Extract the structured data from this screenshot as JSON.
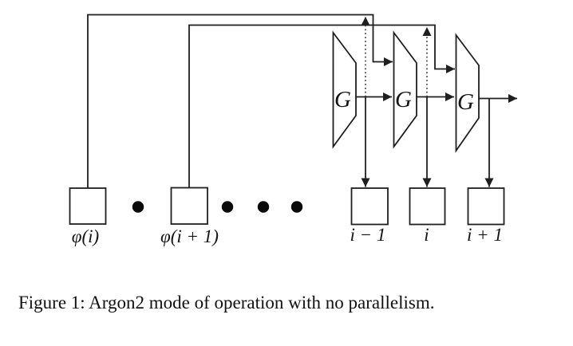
{
  "figure": {
    "caption": "Figure 1: Argon2 mode of operation with no parallelism.",
    "g_label": "G",
    "blocks": {
      "phi_i": "φ(i)",
      "phi_i1": "φ(i + 1)",
      "i_minus_1": "i − 1",
      "i_mid": "i",
      "i_plus_1": "i + 1"
    },
    "colors": {
      "line": "#1f1f1f",
      "background": "#ffffff"
    }
  }
}
